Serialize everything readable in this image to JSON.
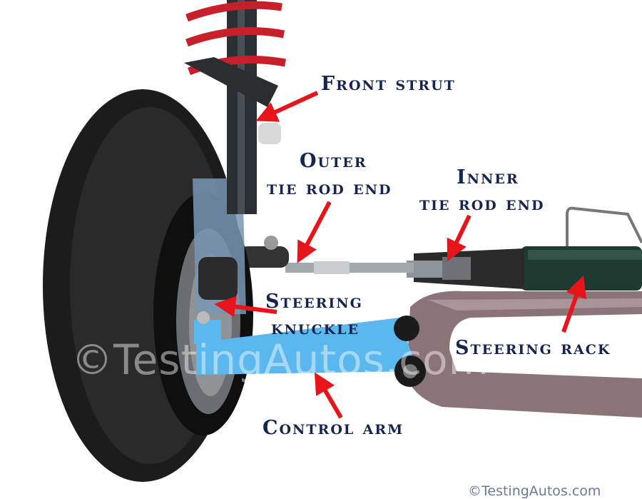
{
  "labels": {
    "front_strut": "Front strut",
    "outer_tie_rod_line1": "Outer",
    "outer_tie_rod_line2": "tie rod end",
    "inner_tie_rod_line1": "Inner",
    "inner_tie_rod_line2": "tie rod end",
    "steering_knuckle_line1": "Steering",
    "steering_knuckle_line2": "knuckle",
    "steering_rack": "Steering rack",
    "control_arm": "Control arm"
  },
  "watermark": "©TestingAutos.com",
  "credit": "©TestingAutos.com",
  "colors": {
    "label_text": "#16244f",
    "arrow": "#e8141c",
    "spring": "#c8202a",
    "control_arm": "#5ab8ee",
    "subframe": "#8a7478",
    "tire": "#1c1c1c"
  }
}
